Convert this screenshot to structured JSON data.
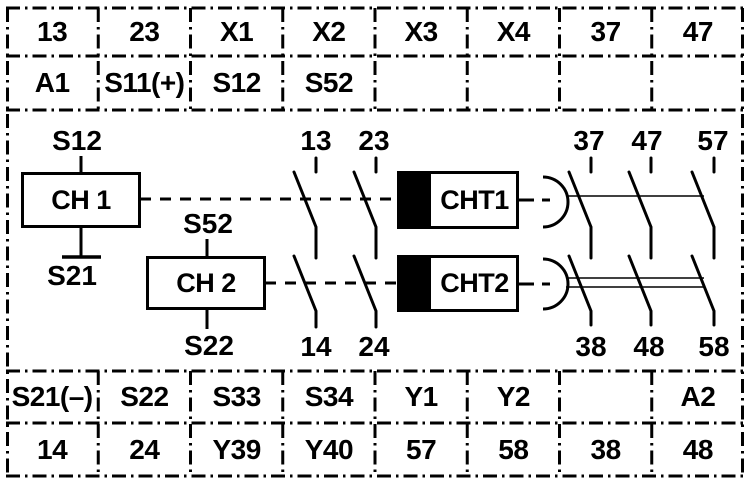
{
  "top_table": {
    "row1": [
      "13",
      "23",
      "X1",
      "X2",
      "X3",
      "X4",
      "37",
      "47"
    ],
    "row2": [
      "A1",
      "S11(+)",
      "S12",
      "S52",
      "",
      "",
      "",
      ""
    ]
  },
  "bottom_table": {
    "row1": [
      "S21(–)",
      "S22",
      "S33",
      "S34",
      "Y1",
      "Y2",
      "",
      "A2"
    ],
    "row2": [
      "14",
      "24",
      "Y39",
      "Y40",
      "57",
      "58",
      "38",
      "48"
    ]
  },
  "diagram": {
    "channel1_label": "CH 1",
    "channel2_label": "CH 2",
    "cht1_label": "CHT1",
    "cht2_label": "CHT2",
    "s12": "S12",
    "s21": "S21",
    "s52": "S52",
    "s22": "S22",
    "t13": "13",
    "t23": "23",
    "t14": "14",
    "t24": "24",
    "t37": "37",
    "t47": "47",
    "t57": "57",
    "t38": "38",
    "t48": "48",
    "t58": "58"
  },
  "colors": {
    "ink": "#000000",
    "paper": "#ffffff"
  }
}
